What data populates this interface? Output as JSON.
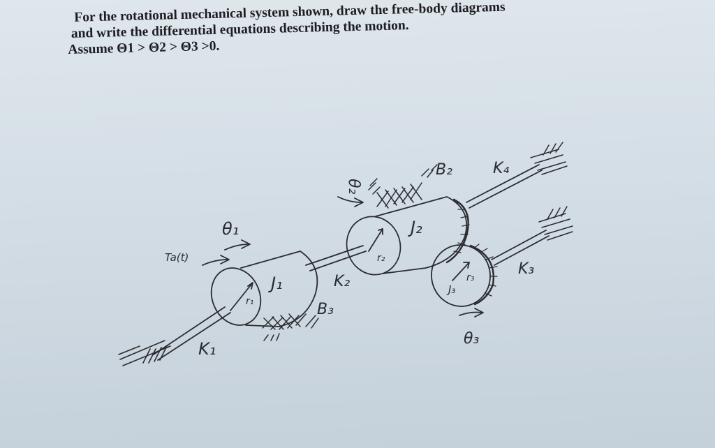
{
  "problem": {
    "line1": "For the rotational mechanical system shown, draw the free-body diagrams",
    "line2": "and write the differential equations describing the motion.",
    "line3": "Assume Θ1 > Θ2 > Θ3 >0."
  },
  "labels": {
    "theta1": "θ₁",
    "theta2": "θ₂",
    "theta3": "θ₃",
    "torque": "Ta(t)",
    "J1": "J₁",
    "J2": "J₂",
    "J3": "J₃",
    "K1": "K₁",
    "K2": "K₂",
    "K3": "K₃",
    "K4": "K₄",
    "B2": "B₂",
    "B3": "B₃",
    "r1": "r₁",
    "r2": "r₂",
    "r3": "r₃"
  },
  "colors": {
    "ink": "#2b2b30",
    "paper": "#d8e1e8"
  }
}
